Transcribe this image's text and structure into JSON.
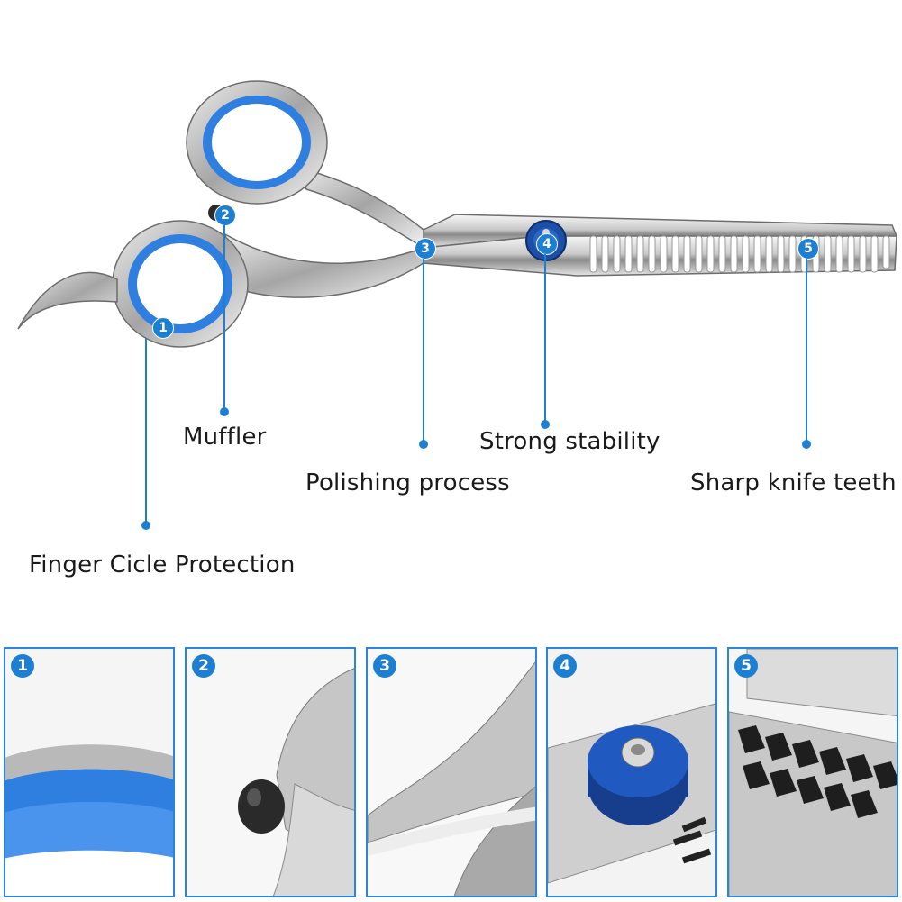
{
  "main_image": {
    "subject": "thinning-scissors",
    "accent_color": "#1d7fd1",
    "ring_color": "#2f7fe0",
    "callouts": [
      {
        "number": "1",
        "label": "Finger Cicle Protection"
      },
      {
        "number": "2",
        "label": "Muffler"
      },
      {
        "number": "3",
        "label": "Polishing process"
      },
      {
        "number": "4",
        "label": "Strong stability"
      },
      {
        "number": "5",
        "label": "Sharp knife teeth"
      }
    ]
  },
  "detail_panels": [
    {
      "number": "1",
      "icon": "finger-ring-detail"
    },
    {
      "number": "2",
      "icon": "muffler-detail"
    },
    {
      "number": "3",
      "icon": "polished-joint-detail"
    },
    {
      "number": "4",
      "icon": "tension-screw-detail"
    },
    {
      "number": "5",
      "icon": "teeth-detail"
    }
  ],
  "panel_border_color": "#2a86d6"
}
